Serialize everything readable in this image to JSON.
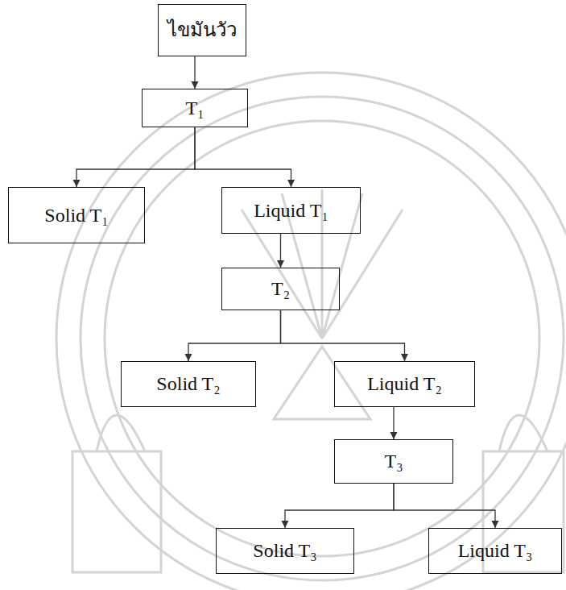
{
  "diagram": {
    "nodes": [
      {
        "text": [
          "ไขมันวัว"
        ]
      },
      {
        "text": [
          "T₁"
        ]
      },
      {
        "text": [
          "Solid T₁"
        ]
      },
      {
        "text": [
          "Liquid T₁"
        ]
      },
      {
        "text": [
          "T₂"
        ]
      },
      {
        "text": [
          "Solid T₂"
        ]
      },
      {
        "text": [
          "Liquid T₂"
        ]
      },
      {
        "text": [
          "T₃"
        ]
      },
      {
        "text": [
          "Solid T₃"
        ]
      },
      {
        "text": [
          "Liquid T₃"
        ]
      }
    ],
    "edges": [
      {
        "from": 0,
        "to": 1,
        "arrow": "to"
      },
      {
        "from": 1,
        "to": 2,
        "arrow": "to"
      },
      {
        "from": 1,
        "to": 3,
        "arrow": "to"
      },
      {
        "from": 3,
        "to": 4,
        "arrow": "to"
      },
      {
        "from": 4,
        "to": 5,
        "arrow": "to"
      },
      {
        "from": 4,
        "to": 6,
        "arrow": "to"
      },
      {
        "from": 6,
        "to": 7,
        "arrow": "to"
      },
      {
        "from": 7,
        "to": 8,
        "arrow": "to"
      },
      {
        "from": 7,
        "to": 9,
        "arrow": "to"
      }
    ]
  }
}
